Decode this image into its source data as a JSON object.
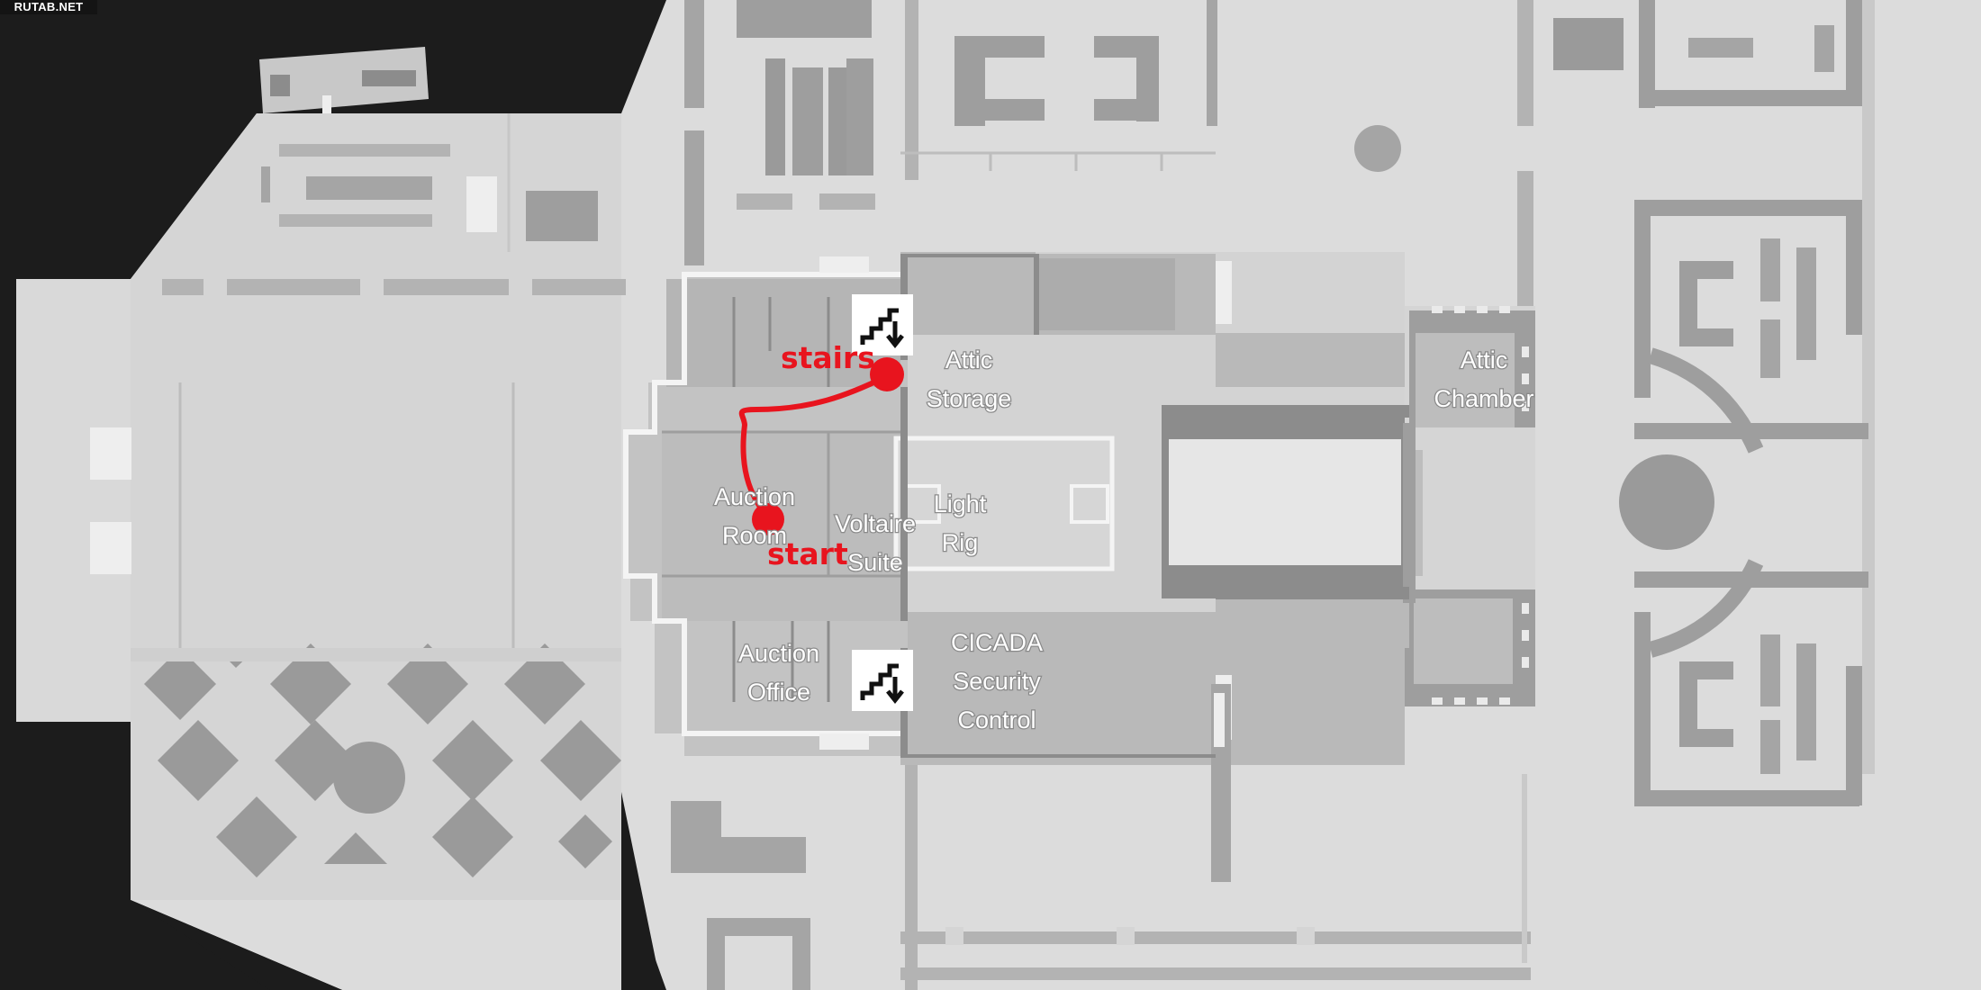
{
  "watermark": "RUTAB.NET",
  "map": {
    "colors": {
      "background": "#dcdcdc",
      "void": "#1c1c1c",
      "floor_light": "#c4c4c4",
      "floor_mid": "#b5b5b5",
      "wall": "#8c8c8c",
      "route": "#e8141e",
      "outline": "#f4f4f4"
    },
    "rooms": {
      "attic_storage": [
        "Attic",
        "Storage"
      ],
      "attic_chamber": [
        "Attic",
        "Chamber"
      ],
      "auction_room": [
        "Auction",
        "Room"
      ],
      "voltaire_suite": [
        "Voltaire",
        "Suite"
      ],
      "light_rig": [
        "Light",
        "Rig"
      ],
      "auction_office": [
        "Auction",
        "Office"
      ],
      "cicada_security": [
        "CICADA",
        "Security",
        "Control"
      ]
    },
    "markers": {
      "stairs_label": "stairs",
      "start_label": "start"
    },
    "icons": {
      "stairs_top": "stairs-down-icon",
      "stairs_bottom": "stairs-down-icon"
    }
  }
}
